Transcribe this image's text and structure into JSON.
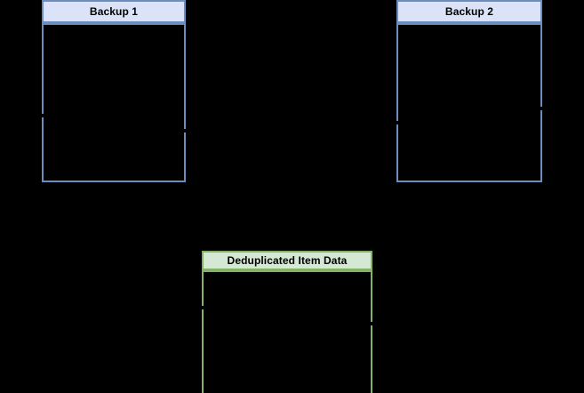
{
  "diagram": {
    "background_color": "#000000",
    "nodes": [
      {
        "id": "backup-1",
        "label": "Backup 1",
        "header_fill": "#dae3f7",
        "border_color": "#6c8ebf"
      },
      {
        "id": "backup-2",
        "label": "Backup 2",
        "header_fill": "#dae3f7",
        "border_color": "#6c8ebf"
      },
      {
        "id": "dedup-box",
        "label": "Deduplicated Item Data",
        "header_fill": "#d5e8d4",
        "border_color": "#82b366"
      }
    ]
  }
}
